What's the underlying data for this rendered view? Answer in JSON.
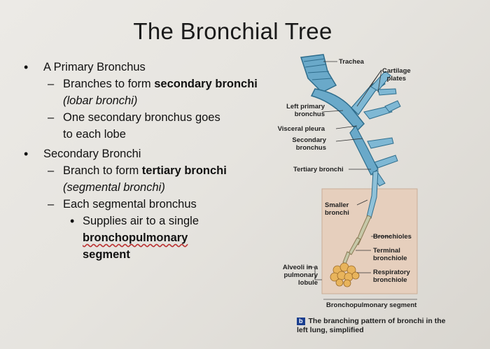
{
  "slide": {
    "title": "The Bronchial Tree",
    "bullets": {
      "b1": "A Primary Bronchus",
      "b1_s1_pre": "Branches to form ",
      "b1_s1_bold": "secondary bronchi",
      "b1_s1_italic": "(lobar bronchi)",
      "b1_s2_line1": "One secondary bronchus goes",
      "b1_s2_line2": "to each lobe",
      "b2": "Secondary Bronchi",
      "b2_s1_pre": "Branch to form ",
      "b2_s1_bold": "tertiary bronchi",
      "b2_s1_italic": "(segmental bronchi)",
      "b2_s2": "Each segmental bronchus",
      "b2_s2_sub_pre": "Supplies air to a single",
      "b2_s2_sub_bold1": "bronchopulmonary",
      "b2_s2_sub_bold2": "segment"
    }
  },
  "figure": {
    "labels": {
      "trachea": "Trachea",
      "cartilage": "Cartilage\nplates",
      "left_primary": "Left primary\nbronchus",
      "visceral": "Visceral pleura",
      "secondary": "Secondary\nbronchus",
      "tertiary": "Tertiary bronchi",
      "smaller": "Smaller\nbronchi",
      "bronchioles": "Bronchioles",
      "terminal": "Terminal\nbronchiole",
      "alveoli": "Alveoli in a\npulmonary\nlobule",
      "respiratory": "Respiratory\nbronchiole",
      "segment": "Bronchopulmonary segment"
    },
    "caption_badge": "b",
    "caption": "The branching pattern of bronchi in the left lung, simplified",
    "colors": {
      "airway": "#6aa9c9",
      "airway_dark": "#2f6d8c",
      "box": "#e6cfbd"
    }
  }
}
